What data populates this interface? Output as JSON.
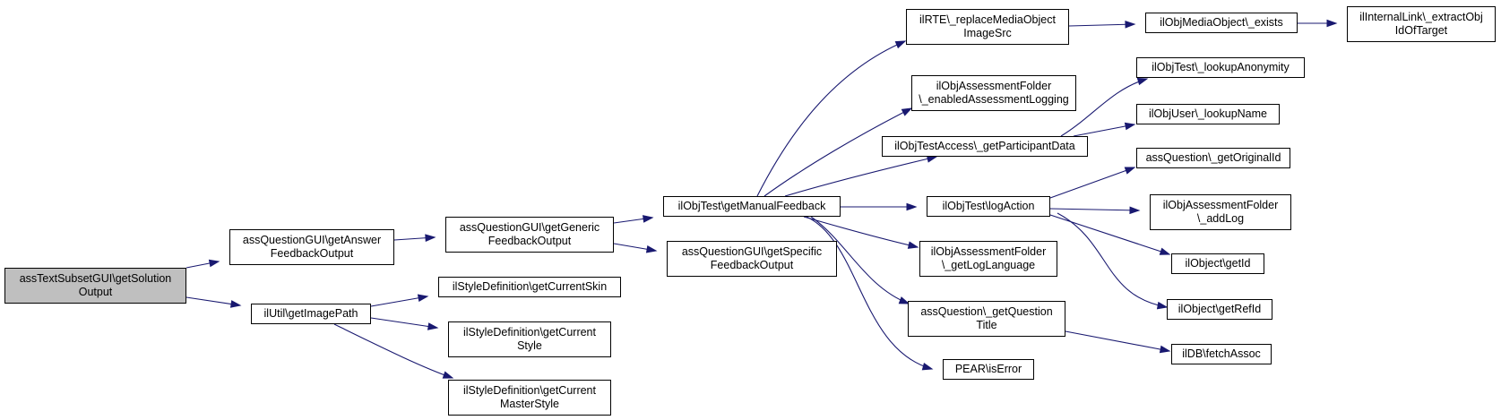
{
  "graph": {
    "colors": {
      "edge": "#191970",
      "root_fill": "#bfbfbf",
      "node_fill": "#ffffff",
      "node_border": "#000000"
    },
    "nodes": {
      "root": "assTextSubsetGUI\\getSolution\nOutput",
      "answer_feedback": "assQuestionGUI\\getAnswer\nFeedbackOutput",
      "image_path": "ilUtil\\getImagePath",
      "generic_feedback": "assQuestionGUI\\getGeneric\nFeedbackOutput",
      "current_skin": "ilStyleDefinition\\getCurrentSkin",
      "current_style": "ilStyleDefinition\\getCurrent\nStyle",
      "current_master_style": "ilStyleDefinition\\getCurrent\nMasterStyle",
      "manual_feedback": "ilObjTest\\getManualFeedback",
      "specific_feedback": "assQuestionGUI\\getSpecific\nFeedbackOutput",
      "replace_media": "ilRTE\\_replaceMediaObject\nImageSrc",
      "enabled_logging": "ilObjAssessmentFolder\n\\_enabledAssessmentLogging",
      "participant_data": "ilObjTestAccess\\_getParticipantData",
      "log_action": "ilObjTest\\logAction",
      "log_language": "ilObjAssessmentFolder\n\\_getLogLanguage",
      "question_title": "assQuestion\\_getQuestion\nTitle",
      "pear_iserror": "PEAR\\isError",
      "media_exists": "ilObjMediaObject\\_exists",
      "extract_obj_id": "ilInternalLink\\_extractObj\nIdOfTarget",
      "lookup_anonymity": "ilObjTest\\_lookupAnonymity",
      "lookup_name": "ilObjUser\\_lookupName",
      "original_id": "assQuestion\\_getOriginalId",
      "add_log": "ilObjAssessmentFolder\n\\_addLog",
      "get_id": "ilObject\\getId",
      "get_ref_id": "ilObject\\getRefId",
      "fetch_assoc": "ilDB\\fetchAssoc"
    }
  }
}
